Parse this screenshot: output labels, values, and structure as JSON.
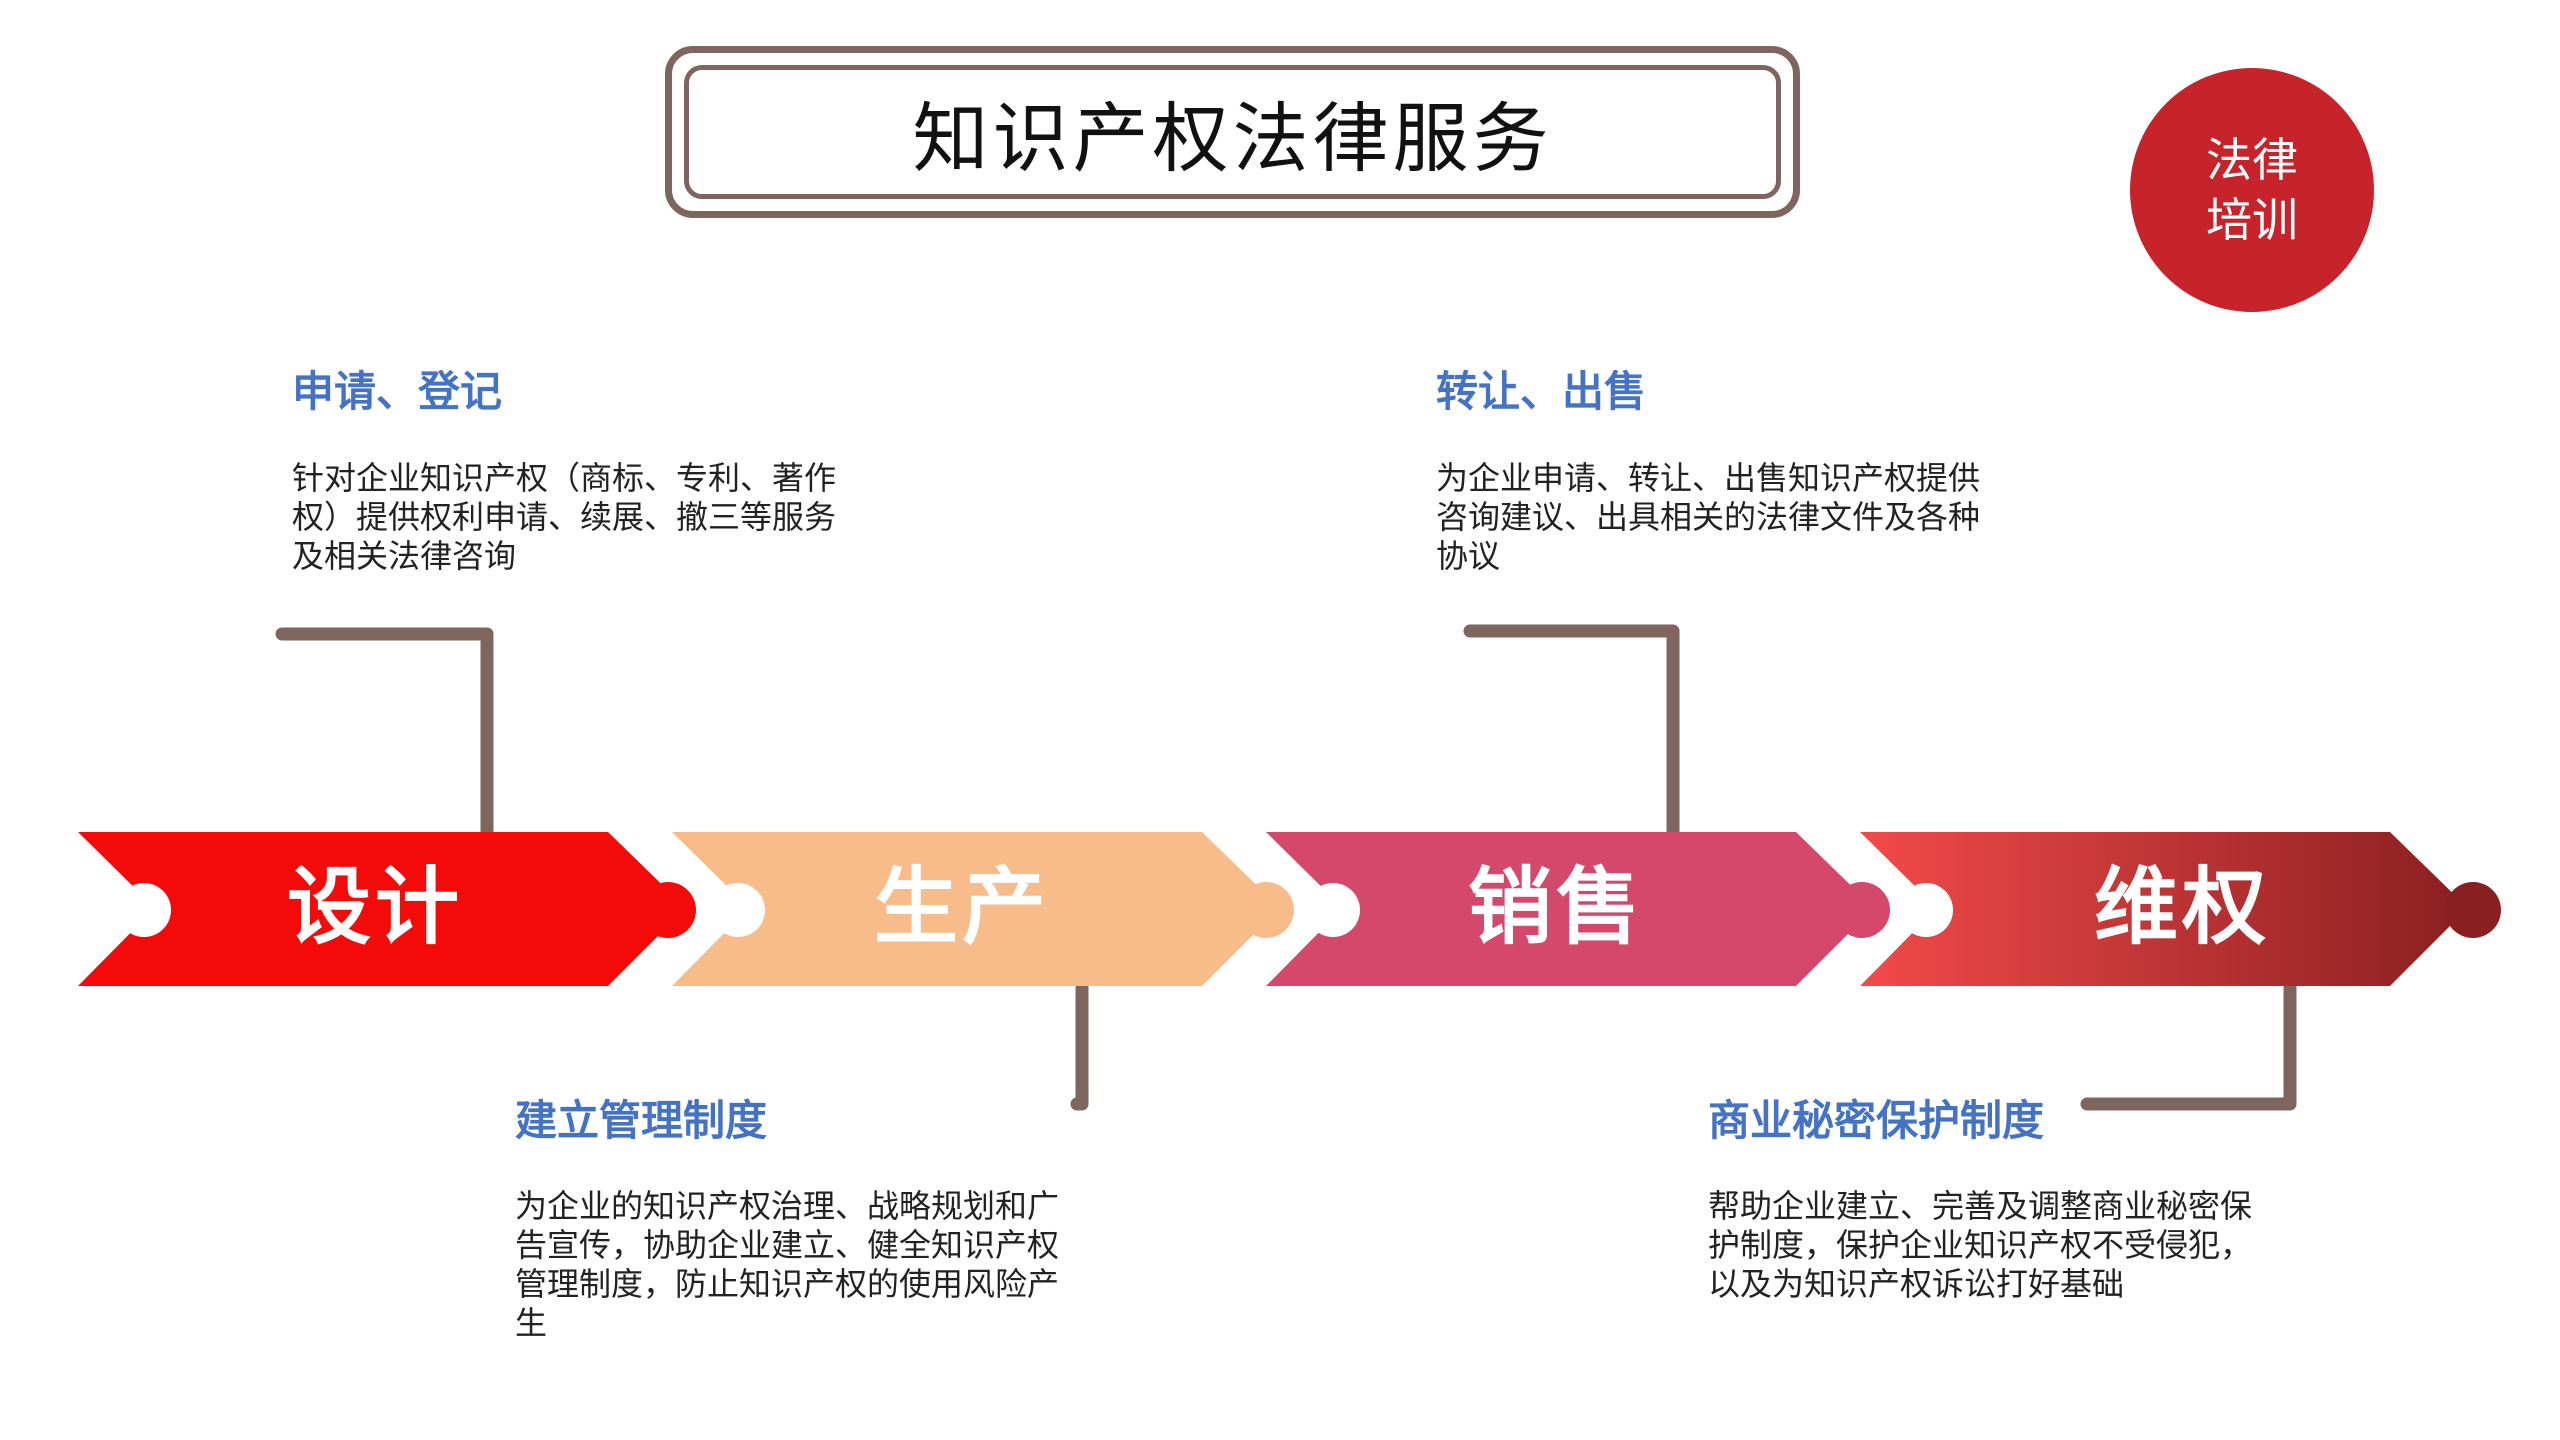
{
  "title": "知识产权法律服务",
  "badge": {
    "line1": "法律",
    "line2": "培训"
  },
  "stages": [
    {
      "label": "设计",
      "color": "#f50a0a"
    },
    {
      "label": "生产",
      "color": "#f8bb8a"
    },
    {
      "label": "销售",
      "color": "#d3486b"
    },
    {
      "label": "维权",
      "color_start": "#f24a49",
      "color_end": "#8a1f21"
    }
  ],
  "callouts": [
    {
      "heading": "申请、登记",
      "text": "针对企业知识产权（商标、专利、著作权）提供权利申请、续展、撤三等服务及相关法律咨询"
    },
    {
      "heading": "建立管理制度",
      "text": "为企业的知识产权治理、战略规划和广告宣传，协助企业建立、健全知识产权管理制度，防止知识产权的使用风险产生"
    },
    {
      "heading": "转让、出售",
      "text": "为企业申请、转让、出售知识产权提供咨询建议、出具相关的法律文件及各种协议"
    },
    {
      "heading": "商业秘密保护制度",
      "text": "帮助企业建立、完善及调整商业秘密保护制度，保护企业知识产权不受侵犯，以及为知识产权诉讼打好基础"
    }
  ],
  "colors": {
    "accent": "#4472c4",
    "connector": "#7e655e",
    "badge": "#c6232a"
  }
}
